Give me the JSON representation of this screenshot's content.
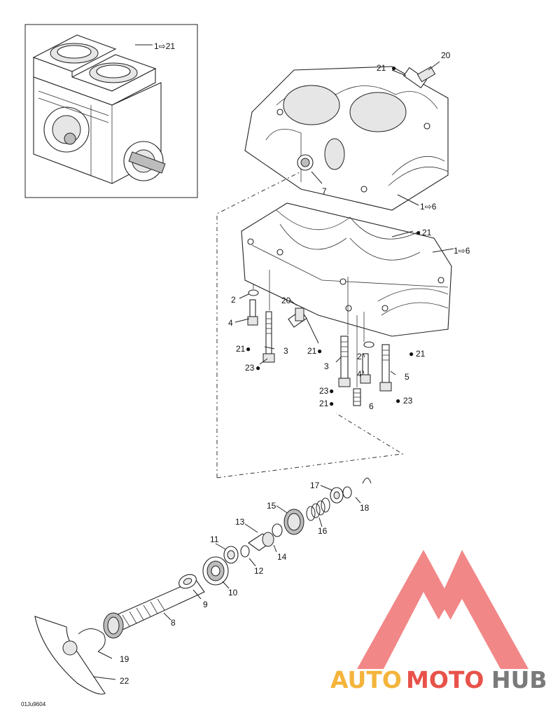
{
  "inset_label": "1⇨21",
  "callouts": {
    "c20_top": "20",
    "c21_top": "21",
    "c7": "7",
    "c1_6_upper": "1⇨6",
    "c21_mid": "21",
    "c1_6_lower": "1⇨6",
    "c2_left": "2",
    "c20_mid": "20",
    "c4_left": "4",
    "c21_left": "21",
    "c3_left": "3",
    "c23_left": "23",
    "c21_center": "21",
    "c2_right": "2",
    "c21_right": "21",
    "c3_right": "3",
    "c4_right": "4",
    "c5": "5",
    "c23_center": "23",
    "c21_bottom": "21",
    "c6": "6",
    "c23_right": "23",
    "c17": "17",
    "c18": "18",
    "c15": "15",
    "c16": "16",
    "c13": "13",
    "c11": "11",
    "c14": "14",
    "c12": "12",
    "c10": "10",
    "c9": "9",
    "c8": "8",
    "c19": "19",
    "c22": "22"
  },
  "drawing_code": "01Ju9604",
  "watermark": {
    "part1": "AUTO",
    "part2": "MOTO",
    "part3": "HUB",
    "color1": "#f4b43c",
    "color2": "#e8524a",
    "color3": "#7a7a7a",
    "logo_color": "#f06a6a"
  }
}
